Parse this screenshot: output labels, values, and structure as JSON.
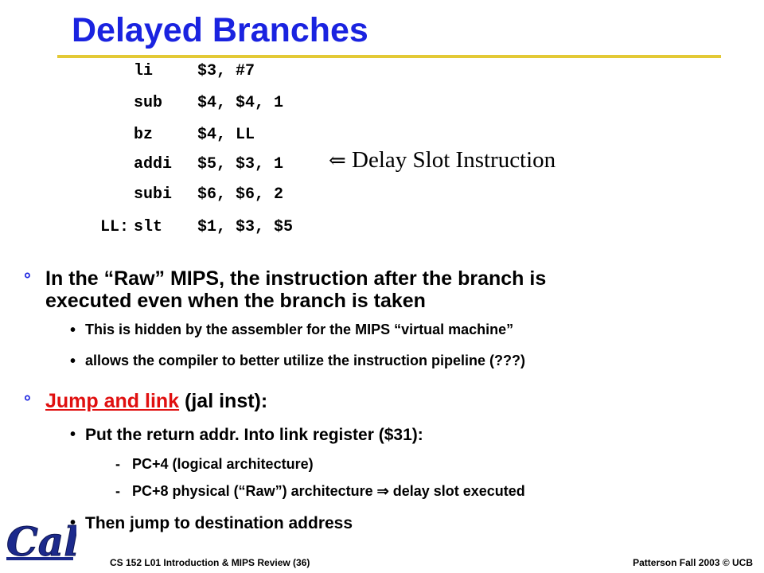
{
  "slide": {
    "title": "Delayed Branches",
    "code": [
      {
        "label": "",
        "op": "li",
        "args": "$3, #7"
      },
      {
        "label": "",
        "op": "sub",
        "args": "$4, $4, 1"
      },
      {
        "label": "",
        "op": "bz",
        "args": "$4, LL"
      },
      {
        "label": "",
        "op": "addi",
        "args": "$5, $3, 1"
      },
      {
        "label": "",
        "op": "subi",
        "args": "$6, $6, 2"
      },
      {
        "label": "LL:",
        "op": "slt",
        "args": "$1, $3, $5"
      }
    ],
    "delay_note": {
      "arrow": "⇐",
      "text": "Delay Slot Instruction"
    },
    "bullet_mark": "°",
    "sub_bullet_mark": "•",
    "dash_mark": "-",
    "point1": {
      "line1": "In the “Raw” MIPS, the instruction after the branch is",
      "line2": "executed even when the branch is taken",
      "subs": [
        "This is hidden by the assembler for the MIPS “virtual machine”",
        "allows the compiler to better utilize the instruction pipeline (???)"
      ]
    },
    "point2": {
      "link_text": "Jump and link",
      "rest": " (jal inst):",
      "sub1": "Put the return addr. Into link register ($31):",
      "dash1": "PC+4 (logical architecture)",
      "dash2_a": "PC+8 physical (“Raw”) architecture ",
      "dash2_arrow": "⇒",
      "dash2_b": " delay slot executed",
      "sub2": "Then jump to destination address"
    }
  },
  "logo": {
    "text": "Cal",
    "color": "#1c2a8c"
  },
  "footer": {
    "left": "CS 152 L01 Introduction & MIPS Review (36)",
    "right": "Patterson Fall 2003 © UCB"
  }
}
